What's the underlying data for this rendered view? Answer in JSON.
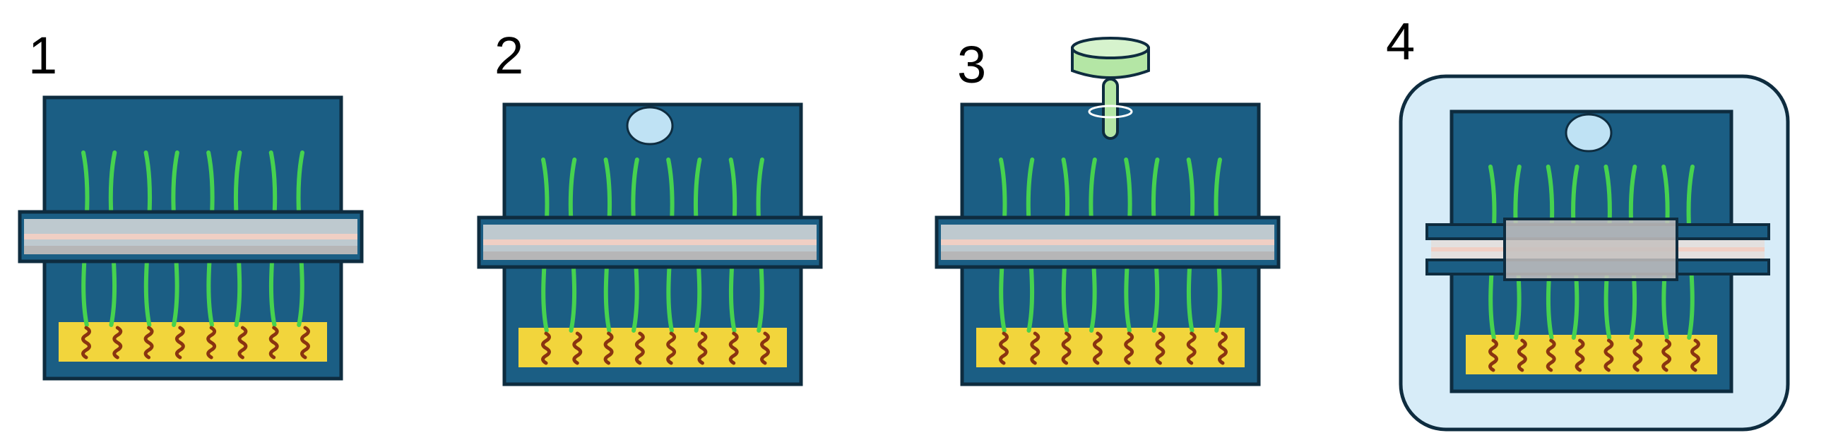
{
  "steps": [
    {
      "label": "1",
      "droplet": false,
      "pipette": false,
      "chamber": false,
      "clamp": false
    },
    {
      "label": "2",
      "droplet": true,
      "pipette": false,
      "chamber": false,
      "clamp": false
    },
    {
      "label": "3",
      "droplet": false,
      "pipette": true,
      "chamber": false,
      "clamp": false
    },
    {
      "label": "4",
      "droplet": true,
      "pipette": false,
      "chamber": true,
      "clamp": true
    }
  ],
  "colors": {
    "block": "#1b5e84",
    "outline": "#0e2c3f",
    "fiber": "#46d24f",
    "fiber_pale": "#b9e8b5",
    "substrate": "#f2d53c",
    "coil": "#8a3410",
    "rod_light": "#e3e0df",
    "rod_mid": "#b2aeac",
    "rod_stripe": "#f0cfc4",
    "droplet": "#bfe2f4",
    "chamber": "#d7ecf8",
    "pipette": "#b4e6a5",
    "clamp_box": "#c4c0be"
  }
}
